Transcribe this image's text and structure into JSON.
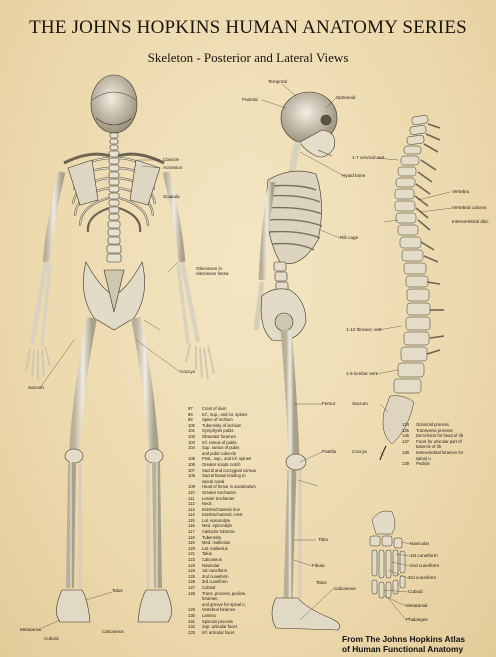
{
  "poster": {
    "title": "THE JOHNS HOPKINS HUMAN ANATOMY SERIES",
    "subtitle": "Skeleton - Posterior and Lateral Views",
    "credit_line1": "From The Johns Hopkins Atlas",
    "credit_line2": "of Human Functional Anatomy"
  },
  "posterior_labels": {
    "clavicle": "Clavicle",
    "acromion": "Acromion",
    "scapula": "Scapula",
    "olecranon": "Olecranon in olecranon fossa",
    "coccyx": "Coccyx",
    "sacrum": "Sacrum",
    "talus": "Talus",
    "calcaneus": "Calcaneus",
    "metatarsal": "Metatarsal",
    "cuboid": "Cuboid"
  },
  "lateral_labels": {
    "temporal": "Temporal",
    "parietal": "Parietal",
    "sphenoid": "Sphenoid",
    "hyoid": "Hyoid bone",
    "rib_cage": "Rib cage",
    "femur": "Femur",
    "patella": "Patella",
    "tibia": "Tibia",
    "fibula": "Fibula",
    "talus": "Talus",
    "calcaneus": "Calcaneus"
  },
  "spine_labels": {
    "cervical": "1-7 cervical vert.",
    "vertebra": "Vertebra",
    "vertebral_column": "Vertebral column",
    "intervertebral_disc": "Intervertebral disc",
    "thoracic": "1-12 thoracic vert.",
    "lumbar": "1-5 lumbar vert.",
    "sacrum": "Sacrum",
    "coccyx": "Coccyx"
  },
  "foot_labels": {
    "navicular": "Navicular",
    "first_cuneiform": "1st cuneiform",
    "second_cuneiform": "2nd cuneiform",
    "third_cuneiform": "3rd cuneiform",
    "cuboid": "Cuboid",
    "metatarsal": "Metatarsal",
    "phalanges": "Phalanges"
  },
  "legend": [
    {
      "n": "97",
      "t": "Crest of ilium"
    },
    {
      "n": "98",
      "t": "Inf., sup., and int. spines"
    },
    {
      "n": "99",
      "t": "Spine of ischium"
    },
    {
      "n": "100",
      "t": "Tuberosity of ischium"
    },
    {
      "n": "101",
      "t": "Symphysis pubis"
    },
    {
      "n": "102",
      "t": "Obturator foramen"
    },
    {
      "n": "103",
      "t": "Inf. ramus of pubis"
    },
    {
      "n": "104",
      "t": "Sup. ramus of pubis"
    },
    {
      "n": "",
      "t": "and pubic tubercle"
    },
    {
      "n": "105",
      "t": "Post., sup., and inf. spines"
    },
    {
      "n": "106",
      "t": "Greater sciatic notch"
    },
    {
      "n": "107",
      "t": "Sacral and coccygeal cornua"
    },
    {
      "n": "108",
      "t": "Sacral hiatus leading to"
    },
    {
      "n": "",
      "t": "sacral canal"
    },
    {
      "n": "109",
      "t": "Head of femur in acetabulum"
    },
    {
      "n": "110",
      "t": "Greater trochanter"
    },
    {
      "n": "111",
      "t": "Lesser trochanter"
    },
    {
      "n": "112",
      "t": "Neck"
    },
    {
      "n": "113",
      "t": "Intertrochanteric line"
    },
    {
      "n": "114",
      "t": "Intertrochanteric crest"
    },
    {
      "n": "115",
      "t": "Lat. epicondyle"
    },
    {
      "n": "116",
      "t": "Med. epicondyle"
    },
    {
      "n": "117",
      "t": "Adductor tubercle"
    },
    {
      "n": "118",
      "t": "Tuberosity"
    },
    {
      "n": "119",
      "t": "Med. malleolus"
    },
    {
      "n": "120",
      "t": "Lat. malleolus"
    },
    {
      "n": "121",
      "t": "Talus"
    },
    {
      "n": "122",
      "t": "Calcaneus"
    },
    {
      "n": "123",
      "t": "Navicular"
    },
    {
      "n": "124",
      "t": "1st cuneiform"
    },
    {
      "n": "125",
      "t": "2nd cuneiform"
    },
    {
      "n": "126",
      "t": "3rd cuneiform"
    },
    {
      "n": "127",
      "t": "Cuboid"
    },
    {
      "n": "128",
      "t": "Trans. process, pedicle,"
    },
    {
      "n": "",
      "t": "foramen,"
    },
    {
      "n": "",
      "t": "and groove for spinal n."
    },
    {
      "n": "129",
      "t": "Vertebral foramen"
    },
    {
      "n": "130",
      "t": "Lamina"
    },
    {
      "n": "131",
      "t": "Spinous process"
    },
    {
      "n": "132",
      "t": "Sup. articular facet"
    },
    {
      "n": "133",
      "t": "Inf. articular facet"
    }
  ],
  "legend2": [
    {
      "n": "134",
      "t": "Odontoid process"
    },
    {
      "n": "135",
      "t": "Transverse process"
    },
    {
      "n": "136",
      "t": "Demi-facet for head of rib"
    },
    {
      "n": "137",
      "t": "Facet for articular part of"
    },
    {
      "n": "",
      "t": "tubercle of rib"
    },
    {
      "n": "138",
      "t": "Intervertebral foramen for"
    },
    {
      "n": "",
      "t": "spinal n."
    },
    {
      "n": "139",
      "t": "Pedicle"
    }
  ],
  "colors": {
    "paper": "#efdfb8",
    "bone": "#e8e2d2",
    "bone_shade": "#8f8570",
    "ink": "#1a1410"
  }
}
